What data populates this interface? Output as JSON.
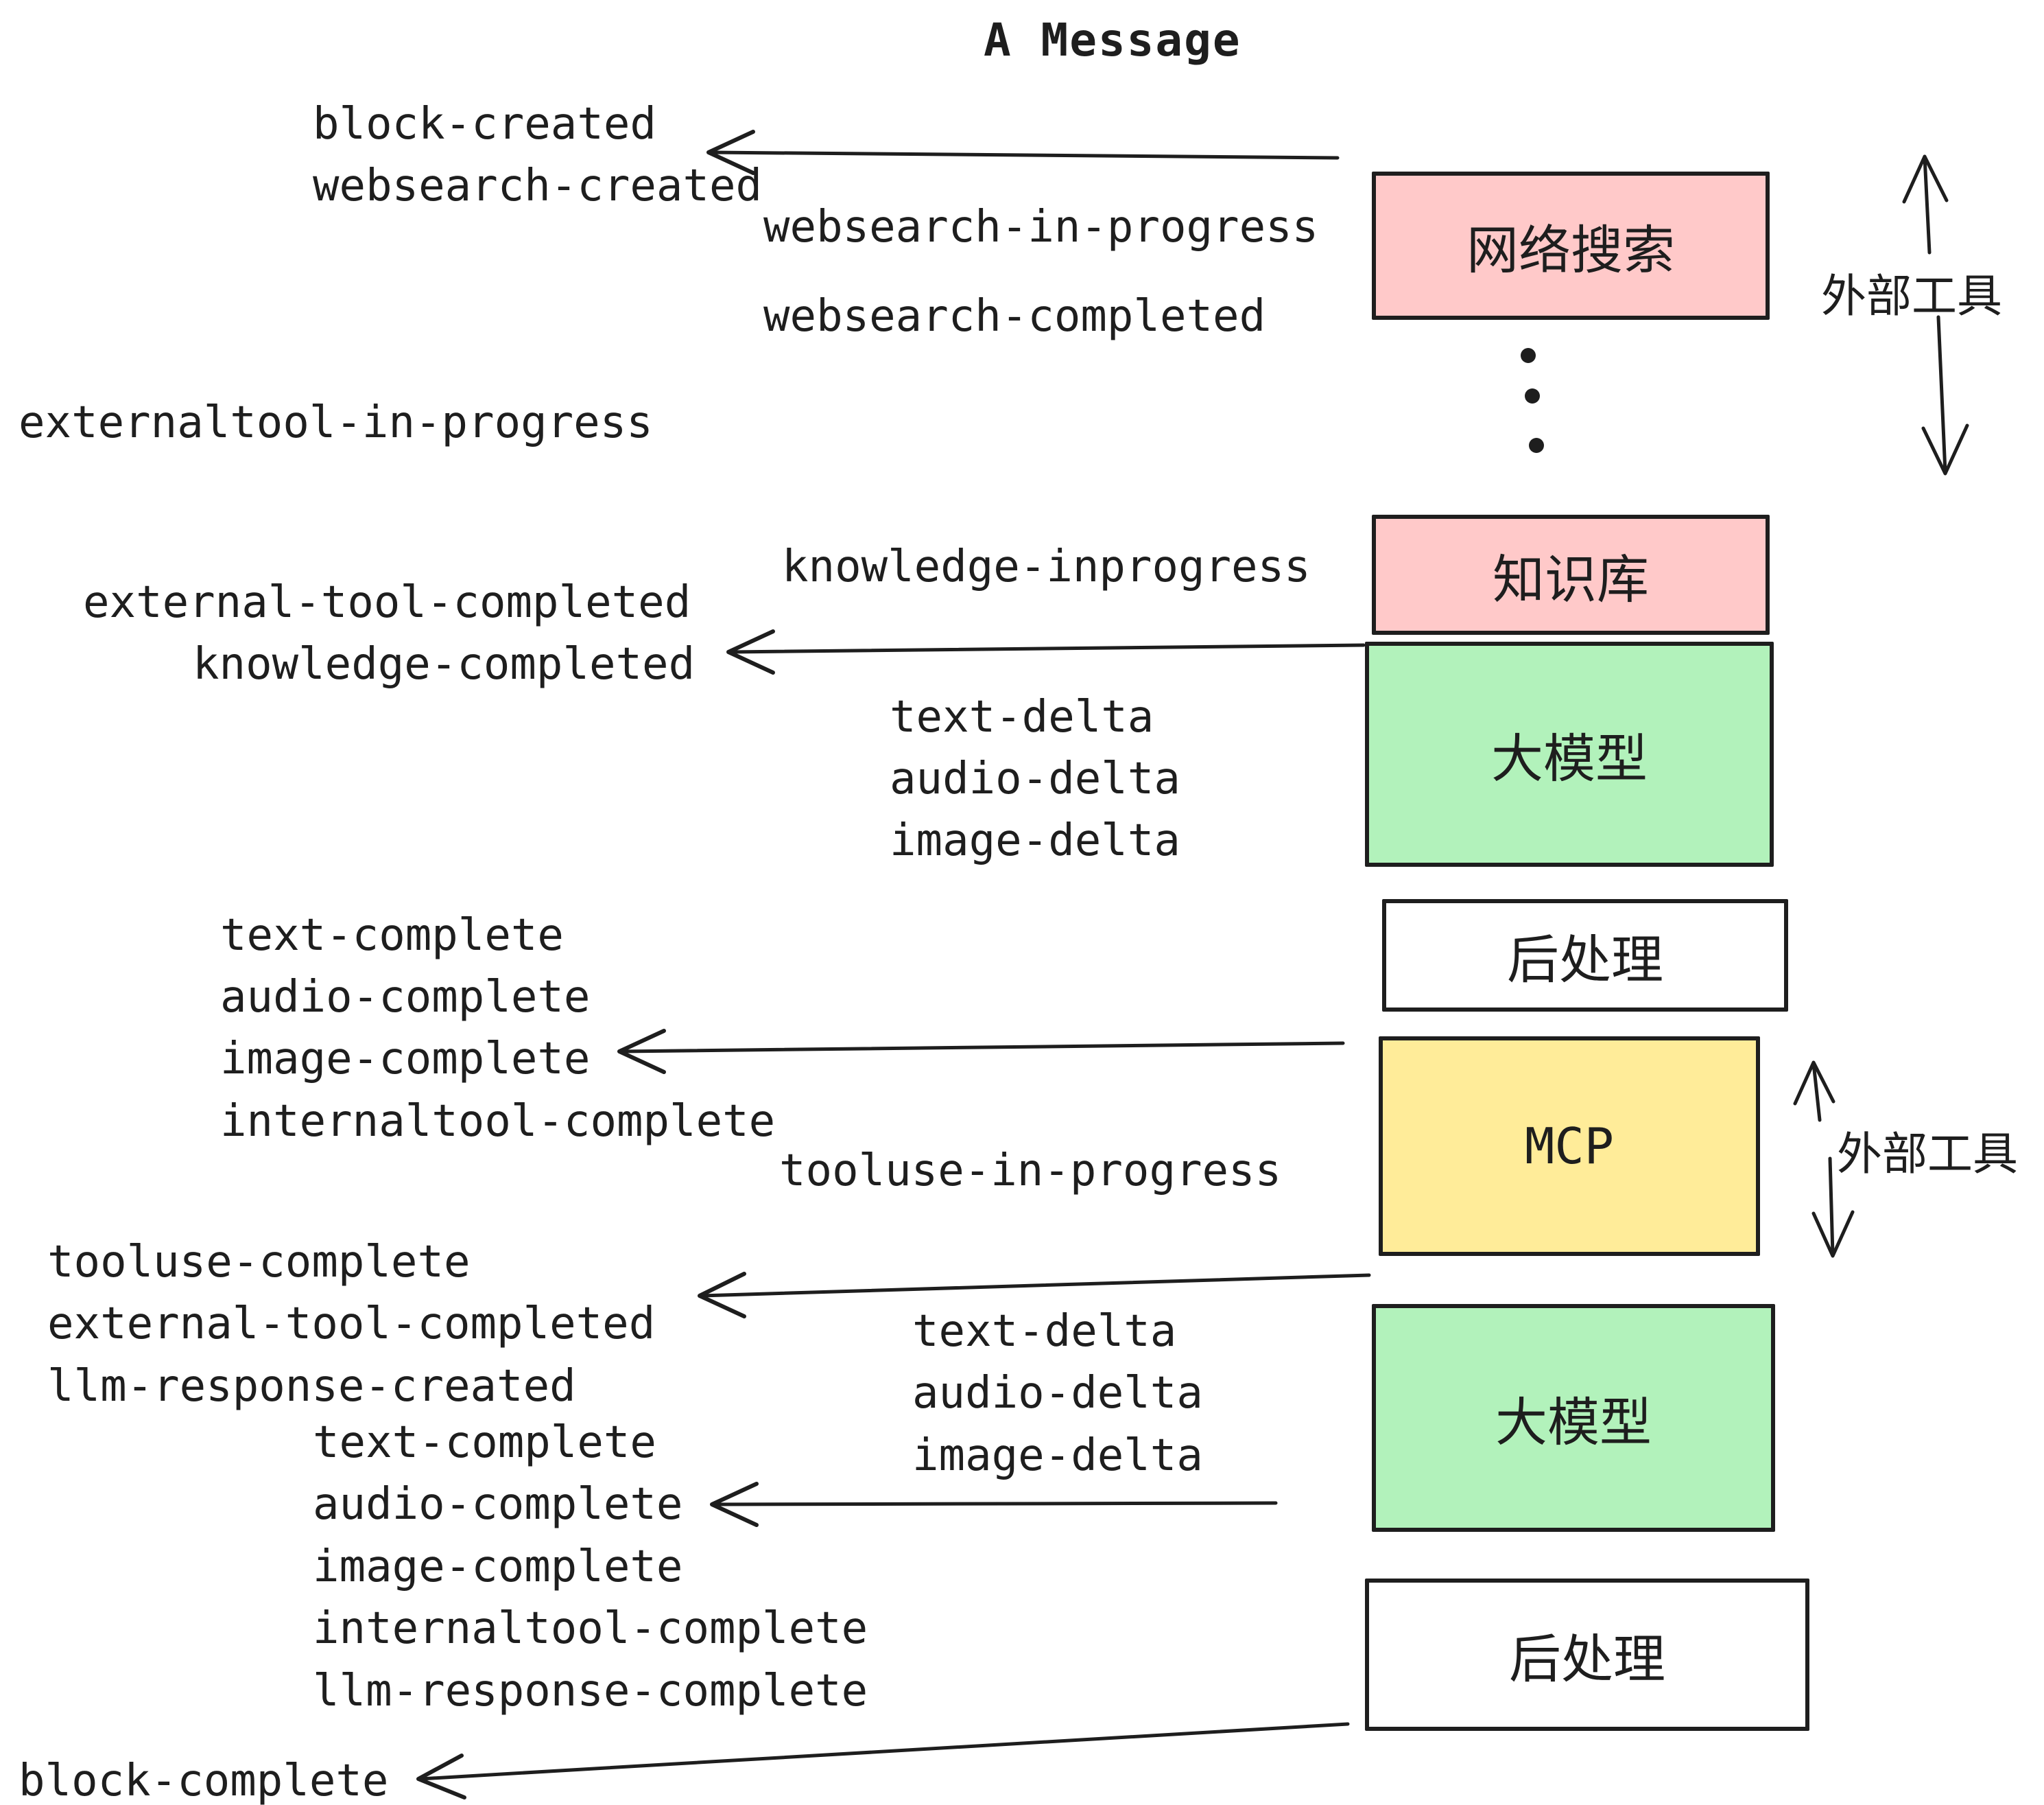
{
  "title": "A Message",
  "colors": {
    "pink": "#ffc9c9",
    "green": "#b2f2bb",
    "yellow": "#ffec99",
    "white": "#ffffff",
    "stroke": "#1e1e1e"
  },
  "events": {
    "block_created": "block-created",
    "websearch_created": "websearch-created",
    "websearch_in_progress": "websearch-in-progress",
    "websearch_completed": "websearch-completed",
    "externaltool_in_progress": "externaltool-in-progress",
    "knowledge_inprogress": "knowledge-inprogress",
    "external_tool_completed": "external-tool-completed",
    "knowledge_completed": "knowledge-completed",
    "text_delta": "text-delta",
    "audio_delta": "audio-delta",
    "image_delta": "image-delta",
    "text_complete": "text-complete",
    "audio_complete": "audio-complete",
    "image_complete": "image-complete",
    "internaltool_complete": "internaltool-complete",
    "tooluse_in_progress": "tooluse-in-progress",
    "tooluse_complete": "tooluse-complete",
    "llm_response_created": "llm-response-created",
    "llm_response_complete": "llm-response-complete",
    "block_complete": "block-complete"
  },
  "boxes": {
    "websearch": "网络搜索",
    "knowledge": "知识库",
    "llm": "大模型",
    "post": "后处理",
    "mcp": "MCP"
  },
  "annotations": {
    "external_tools": "外部工具"
  }
}
